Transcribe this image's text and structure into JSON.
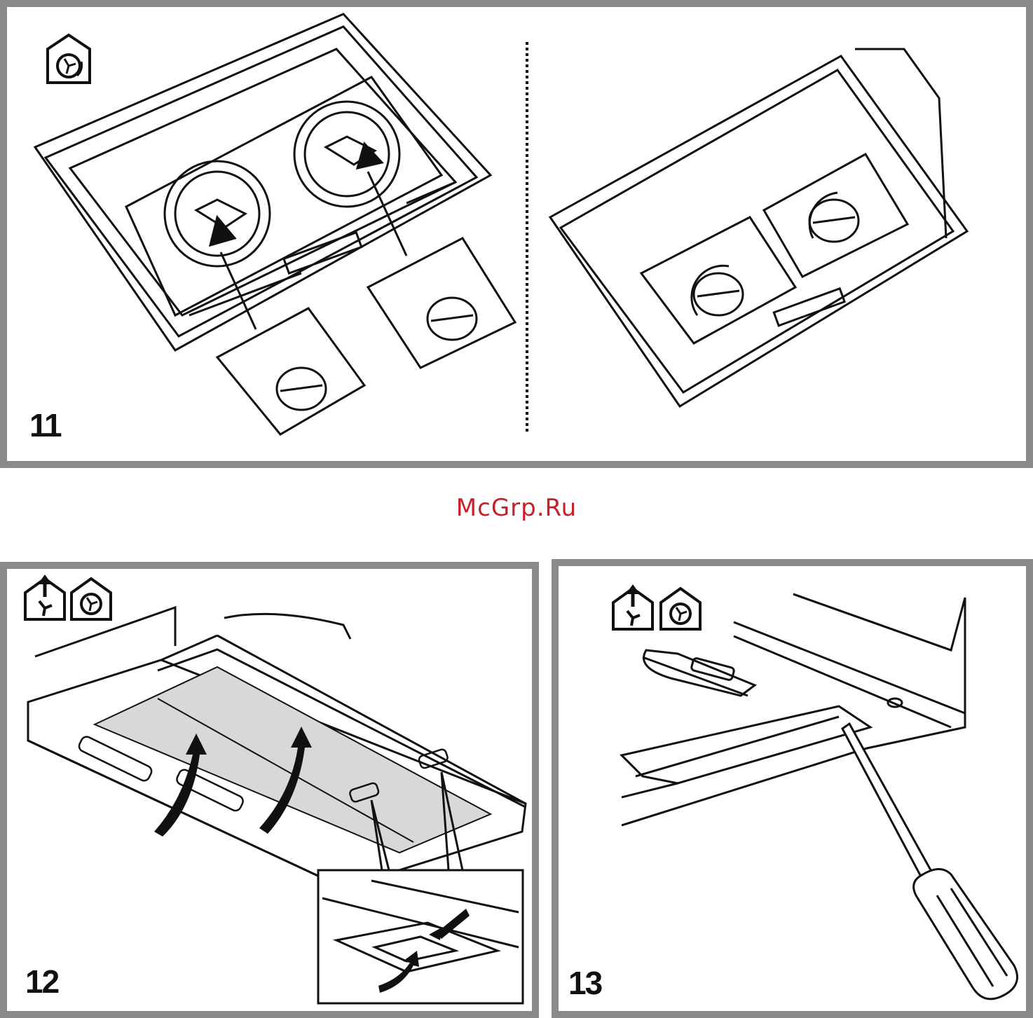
{
  "watermark": {
    "text": "McGrp.Ru",
    "color": "#c8202a"
  },
  "panels": [
    {
      "step": "11",
      "icons": [
        "recirculation-mode-icon"
      ]
    },
    {
      "step": "12",
      "icons": [
        "extraction-mode-icon",
        "recirculation-mode-icon"
      ]
    },
    {
      "step": "13",
      "icons": [
        "extraction-mode-icon",
        "recirculation-mode-icon"
      ]
    }
  ],
  "colors": {
    "frame": "#8a8a8a",
    "line": "#111111",
    "filter_fill": "#d8d8d8"
  }
}
